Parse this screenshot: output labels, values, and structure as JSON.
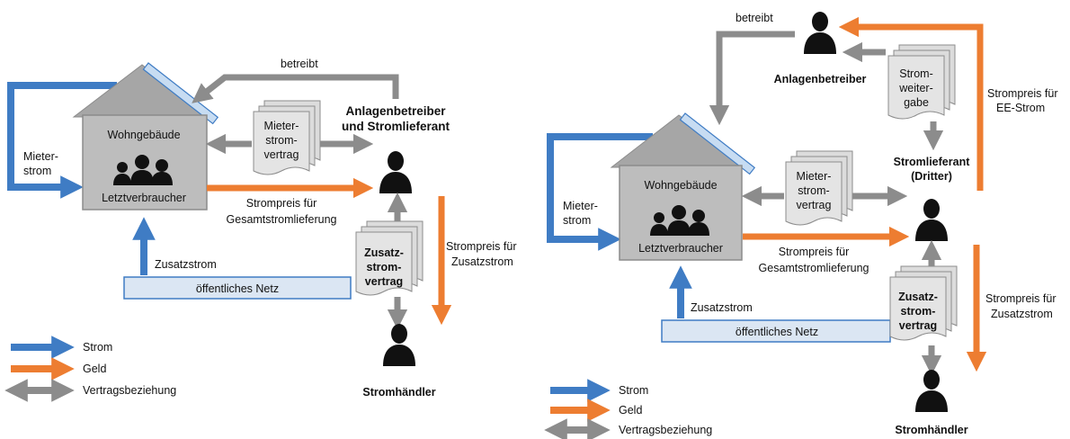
{
  "colors": {
    "strom": "#3f7cc4",
    "geld": "#ed7d31",
    "vertrag": "#8c8c8c",
    "house": "#bdbdbd",
    "roof": "#a6a6a6",
    "netz_fill": "#dbe6f3",
    "panel": "#c7dcf2"
  },
  "icons": [
    "person-icon",
    "family-icon",
    "solar-panel-icon",
    "document-stack-icon"
  ],
  "left": {
    "betreibt": "betreibt",
    "house_title": "Wohngebäude",
    "house_sub": "Letztverbraucher",
    "mieterstrom": [
      "Mieter-",
      "strom"
    ],
    "contract_mieterstrom": [
      "Mieter-",
      "strom-",
      "vertrag"
    ],
    "betreiber": [
      "Anlagenbetreiber",
      "und Stromlieferant"
    ],
    "strompreis_gesamt": [
      "Strompreis für",
      "Gesamtstromlieferung"
    ],
    "contract_zusatz": [
      "Zusatz-",
      "strom-",
      "vertrag"
    ],
    "strompreis_zusatz": [
      "Strompreis für",
      "Zusatzstrom"
    ],
    "zusatzstrom": "Zusatzstrom",
    "netz": "öffentliches Netz",
    "haendler": "Stromhändler"
  },
  "right": {
    "betreibt": "betreibt",
    "anlagenbetreiber": "Anlagenbetreiber",
    "contract_weitergabe": [
      "Strom-",
      "weiter-",
      "gabe"
    ],
    "strompreis_ee": [
      "Strompreis für",
      "EE-Strom"
    ],
    "house_title": "Wohngebäude",
    "house_sub": "Letztverbraucher",
    "mieterstrom": [
      "Mieter-",
      "strom"
    ],
    "contract_mieterstrom": [
      "Mieter-",
      "strom-",
      "vertrag"
    ],
    "stromlieferant": [
      "Stromlieferant",
      "(Dritter)"
    ],
    "strompreis_gesamt": [
      "Strompreis für",
      "Gesamtstromlieferung"
    ],
    "contract_zusatz": [
      "Zusatz-",
      "strom-",
      "vertrag"
    ],
    "strompreis_zusatz": [
      "Strompreis für",
      "Zusatzstrom"
    ],
    "zusatzstrom": "Zusatzstrom",
    "netz": "öffentliches Netz",
    "haendler": "Stromhändler"
  },
  "legend": {
    "strom": "Strom",
    "geld": "Geld",
    "vertrag": "Vertragsbeziehung"
  }
}
